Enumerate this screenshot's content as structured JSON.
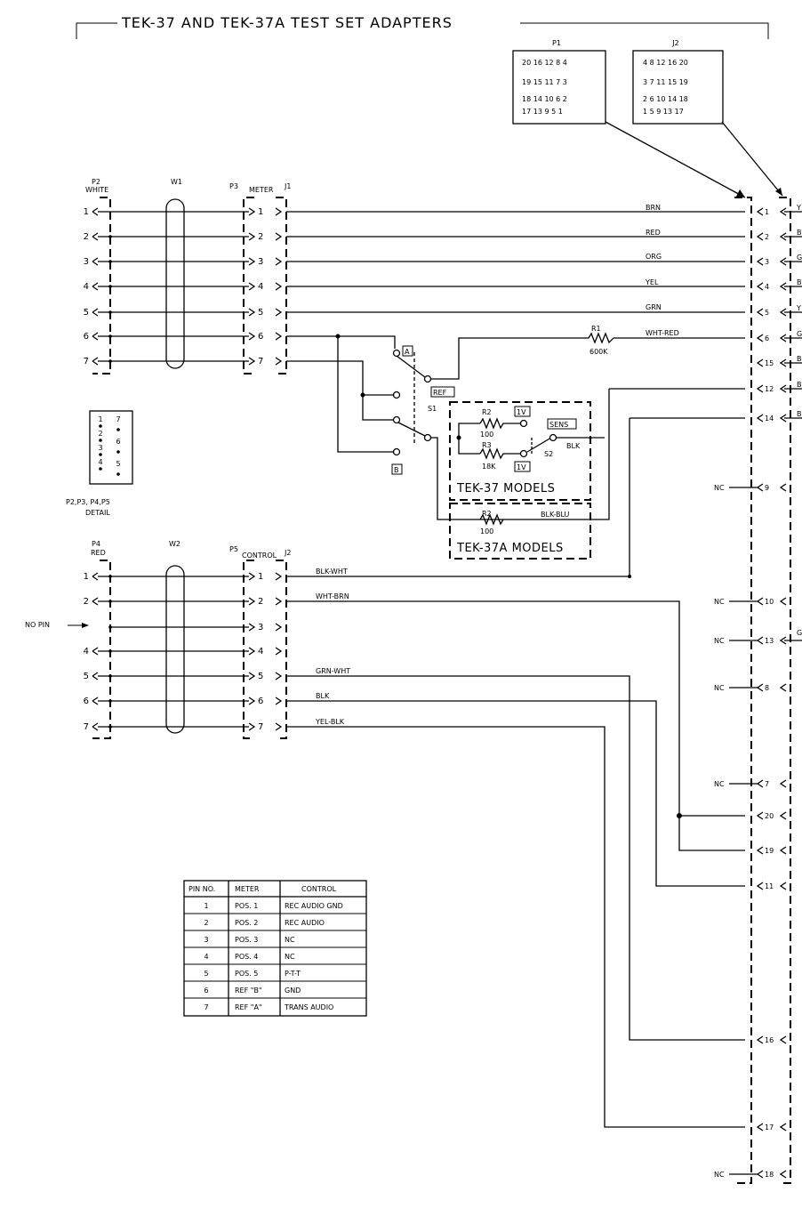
{
  "title": "TEK-37 AND TEK-37A TEST SET ADAPTERS",
  "connector_p1": {
    "label": "P1",
    "rows": [
      "20 16 12 8 4",
      "19 15 11 7 3",
      "18 14 10 6 2",
      "17 13 9 5 1"
    ]
  },
  "connector_j2_top": {
    "label": "J2",
    "rows": [
      "4 8 12 16 20",
      "3 7 11 15 19",
      "2 6 10 14 18",
      "1 5 9 13 17"
    ]
  },
  "upper": {
    "p2_label": "P2",
    "p2_sub": "WHITE",
    "w1_label": "W1",
    "p3_label": "P3",
    "meter_label": "METER",
    "j1_label": "J1",
    "pins": [
      "1",
      "2",
      "3",
      "4",
      "5",
      "6",
      "7"
    ]
  },
  "lower": {
    "p4_label": "P4",
    "p4_sub": "RED",
    "w2_label": "W2",
    "p5_label": "P5",
    "control_label": "CONTROL",
    "j2_label": "J2",
    "no_pin": "NO PIN",
    "pins": [
      "1",
      "2",
      "3",
      "4",
      "5",
      "6",
      "7"
    ]
  },
  "detail": {
    "left_col": [
      "1",
      "2",
      "3",
      "4"
    ],
    "right_col": [
      "7",
      "6",
      "5"
    ],
    "caption_1": "P2,P3, P4,P5",
    "caption_2": "DETAIL"
  },
  "wires_upper": [
    "BRN",
    "RED",
    "ORG",
    "YEL",
    "GRN",
    "WHT-RED"
  ],
  "wires_lower": [
    "BLK-WHT",
    "WHT-BRN",
    "GRN-WHT",
    "BLK",
    "YEL-BLK",
    "BLK-BLU"
  ],
  "components": {
    "r1_name": "R1",
    "r1_value": "600K",
    "s1_label": "S1",
    "s2_label": "S2",
    "pos_a": "A",
    "pos_b": "B",
    "ref": "REF",
    "sens": "SENS",
    "blk": "BLK",
    "r2_name": "R2",
    "r2_value": "100",
    "r3_name": "R3",
    "r3_value": "18K",
    "tek37": "TEK-37 MODELS",
    "r2a_name": "R2",
    "r2a_value": "100",
    "tek37a": "TEK-37A MODELS",
    "v1": "1V",
    "v2": "1V"
  },
  "right_pins": [
    "1",
    "2",
    "3",
    "4",
    "5",
    "6",
    "15",
    "12",
    "14",
    "9",
    "10",
    "13",
    "8",
    "7",
    "20",
    "19",
    "11",
    "16",
    "17",
    "18"
  ],
  "nc_label": "NC",
  "right_edge_letters": [
    "Y",
    "B",
    "G",
    "B",
    "Y",
    "G",
    "B",
    "B",
    "B",
    "G"
  ],
  "pin_table": {
    "headers": [
      "PIN NO.",
      "METER",
      "CONTROL"
    ],
    "rows": [
      [
        "1",
        "POS. 1",
        "REC AUDIO GND"
      ],
      [
        "2",
        "POS. 2",
        "REC AUDIO"
      ],
      [
        "3",
        "POS. 3",
        "NC"
      ],
      [
        "4",
        "POS. 4",
        "NC"
      ],
      [
        "5",
        "POS. 5",
        "P-T-T"
      ],
      [
        "6",
        "REF \"B\"",
        "GND"
      ],
      [
        "7",
        "REF \"A\"",
        "TRANS AUDIO"
      ]
    ]
  }
}
